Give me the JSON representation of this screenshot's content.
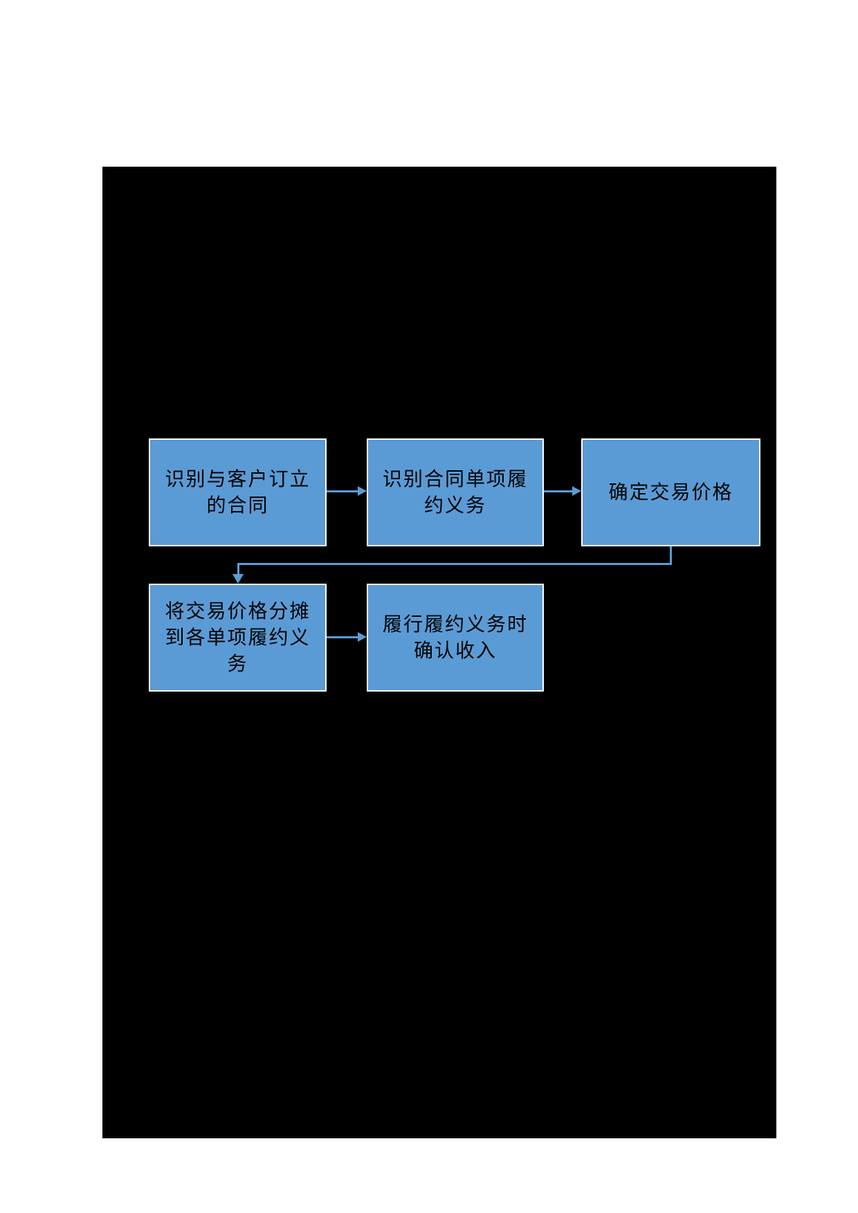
{
  "page": {
    "background": "#ffffff"
  },
  "canvas": {
    "background": "#000000"
  },
  "style": {
    "node_fill": "#5B9BD5",
    "node_border": "#ffffff",
    "connector_color": "#5B9BD5",
    "text_color": "#000000"
  },
  "flowchart": {
    "nodes": [
      {
        "id": "step1",
        "label": "识别与客户订立\n的合同"
      },
      {
        "id": "step2",
        "label": "识别合同单项履\n约义务"
      },
      {
        "id": "step3",
        "label": "确定交易价格"
      },
      {
        "id": "step4",
        "label": "将交易价格分摊\n到各单项履约义\n务"
      },
      {
        "id": "step5",
        "label": "履行履约义务时\n确认收入"
      }
    ],
    "connections": [
      {
        "from": "step1",
        "to": "step2",
        "type": "straight-right"
      },
      {
        "from": "step2",
        "to": "step3",
        "type": "straight-right"
      },
      {
        "from": "step3",
        "to": "step4",
        "type": "elbow-down-left-down"
      },
      {
        "from": "step4",
        "to": "step5",
        "type": "straight-right"
      }
    ]
  }
}
